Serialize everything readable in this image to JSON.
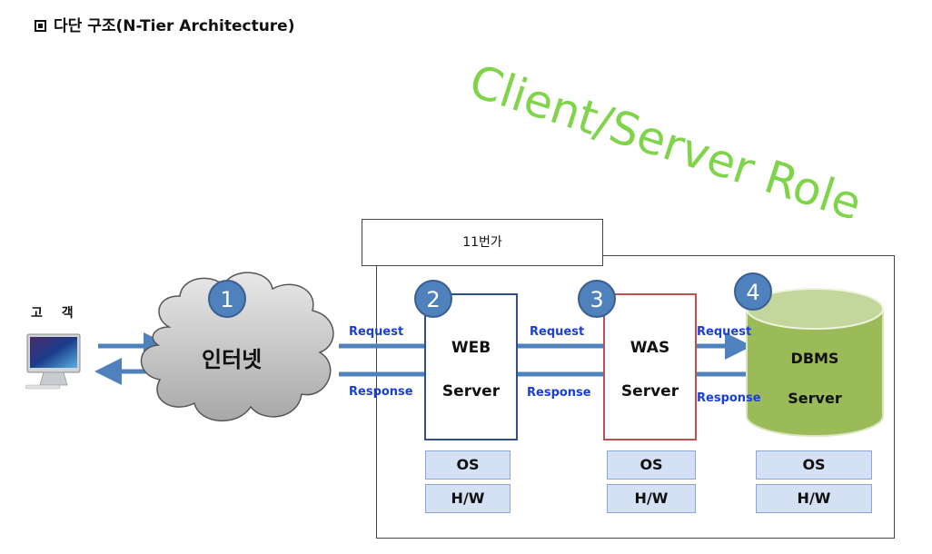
{
  "title": "다단 구조(N-Tier Architecture)",
  "watermark": "Client/Server Role",
  "customer_label": "고 객",
  "internet_label": "인터넷",
  "mall_name": "11번가",
  "badges": [
    "1",
    "2",
    "3",
    "4"
  ],
  "web_server": {
    "line1": "WEB",
    "line2": "Server"
  },
  "was_server": {
    "line1": "WAS",
    "line2": "Server"
  },
  "db_server": {
    "line1": "DBMS",
    "line2": "Server"
  },
  "stack": {
    "os": "OS",
    "hw": "H/W"
  },
  "edges": {
    "request": "Request",
    "response": "Response"
  },
  "colors": {
    "arrow": "#4f81bd",
    "web_border": "#2f4f8f",
    "was_border": "#c0504d",
    "db_fill": "#9bbb59",
    "badge": "#4f81bd",
    "watermark": "#7fd44a",
    "edge_label": "#1a3fd6",
    "stack_fill": "#d4e0f4"
  }
}
